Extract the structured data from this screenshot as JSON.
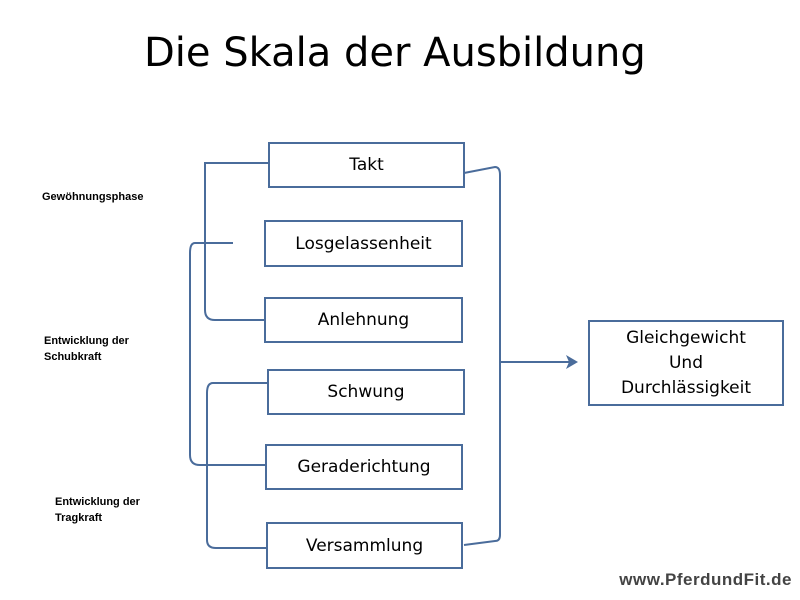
{
  "diagram": {
    "title": "Die Skala der Ausbildung",
    "steps": [
      {
        "label": "Takt"
      },
      {
        "label": "Losgelassenheit"
      },
      {
        "label": "Anlehnung"
      },
      {
        "label": "Schwung"
      },
      {
        "label": "Geraderichtung"
      },
      {
        "label": "Versammlung"
      }
    ],
    "result": {
      "line1": "Gleichgewicht",
      "line2": "Und",
      "line3": "Durchlässigkeit"
    },
    "phases": [
      {
        "line1": "Gewöhnungsphase",
        "line2": ""
      },
      {
        "line1": "Entwicklung der",
        "line2": "Schubkraft"
      },
      {
        "line1": "Entwicklung der",
        "line2": "Tragkraft"
      }
    ],
    "watermark": "www.PferdundFit.de",
    "colors": {
      "box_border": "#4a6c9b",
      "connector": "#4a6c9b",
      "text": "#000000",
      "background": "#ffffff"
    }
  }
}
